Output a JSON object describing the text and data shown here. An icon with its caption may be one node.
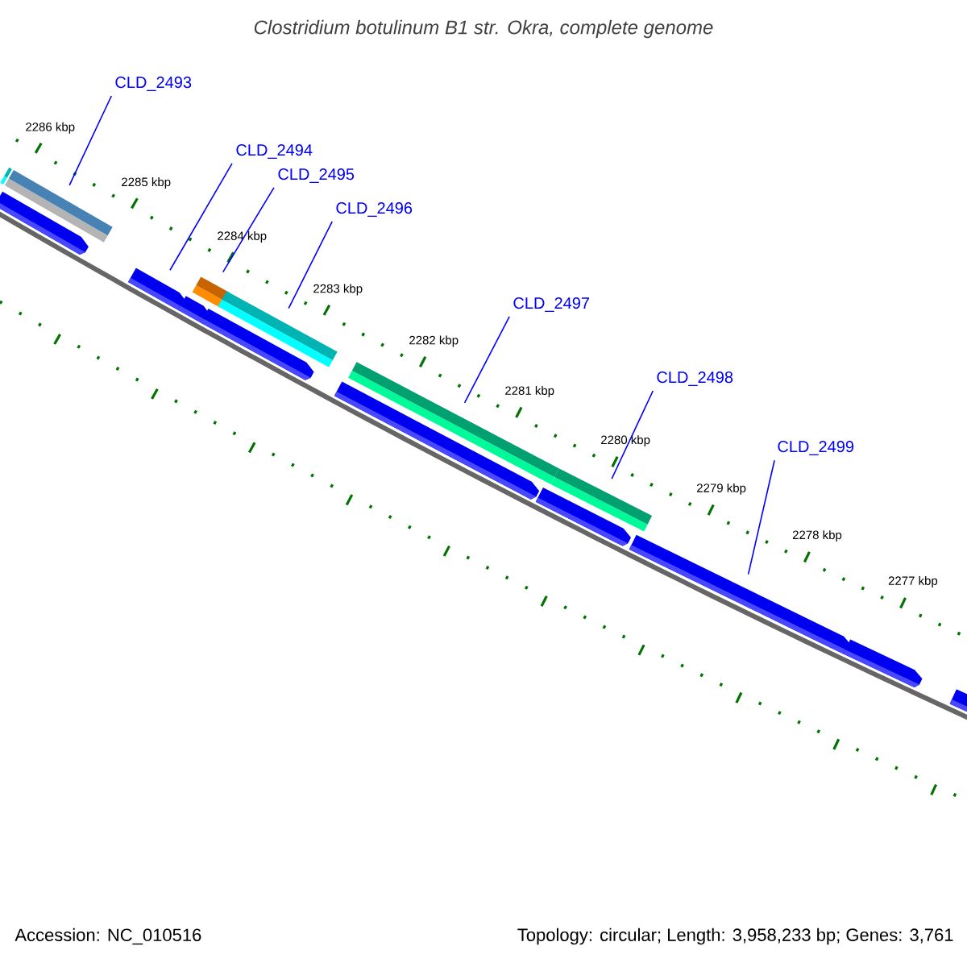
{
  "diagram": {
    "title": "Clostridium botulinum B1 str. Okra, complete genome",
    "nodes": [
      {
        "text": [
          "CLD_2493"
        ]
      },
      {
        "text": [
          "CLD_2494"
        ]
      },
      {
        "text": [
          "CLD_2495"
        ]
      },
      {
        "text": [
          "CLD_2496"
        ]
      },
      {
        "text": [
          "CLD_2497"
        ]
      },
      {
        "text": [
          "CLD_2498"
        ]
      },
      {
        "text": [
          "CLD_2499"
        ]
      },
      {
        "text": [],
        "shape": "bar"
      },
      {
        "text": [],
        "shape": "bar"
      },
      {
        "text": [],
        "shape": "pentagon"
      },
      {
        "text": [],
        "shape": "pentagon"
      },
      {
        "text": [],
        "shape": "pentagon"
      },
      {
        "text": [],
        "shape": "bar"
      },
      {
        "text": [],
        "shape": "pentagon"
      },
      {
        "text": [],
        "shape": "bar"
      },
      {
        "text": [],
        "shape": "pentagon"
      },
      {
        "text": [],
        "shape": "bar"
      },
      {
        "text": [],
        "shape": "pentagon"
      },
      {
        "text": [],
        "shape": "bar"
      },
      {
        "text": [],
        "shape": "pentagon"
      },
      {
        "text": [],
        "shape": "pentagon"
      },
      {
        "text": [],
        "shape": "pentagon"
      }
    ],
    "edges": [
      {
        "from": 0,
        "to": 8,
        "arrow": "none"
      },
      {
        "from": 1,
        "to": 10,
        "arrow": "none"
      },
      {
        "from": 2,
        "to": 12,
        "arrow": "none"
      },
      {
        "from": 3,
        "to": 14,
        "arrow": "none"
      },
      {
        "from": 4,
        "to": 16,
        "arrow": "none"
      },
      {
        "from": 5,
        "to": 18,
        "arrow": "none"
      },
      {
        "from": 6,
        "to": 19,
        "arrow": "none"
      }
    ],
    "labels": [
      "2286 kbp",
      "2285 kbp",
      "2284 kbp",
      "2283 kbp",
      "2282 kbp",
      "2281 kbp",
      "2280 kbp",
      "2279 kbp",
      "2278 kbp",
      "2277 kbp",
      "Accession: NC_010516",
      "Topology: circular; Length: 3,958,233 bp; Genes: 3,761"
    ]
  }
}
